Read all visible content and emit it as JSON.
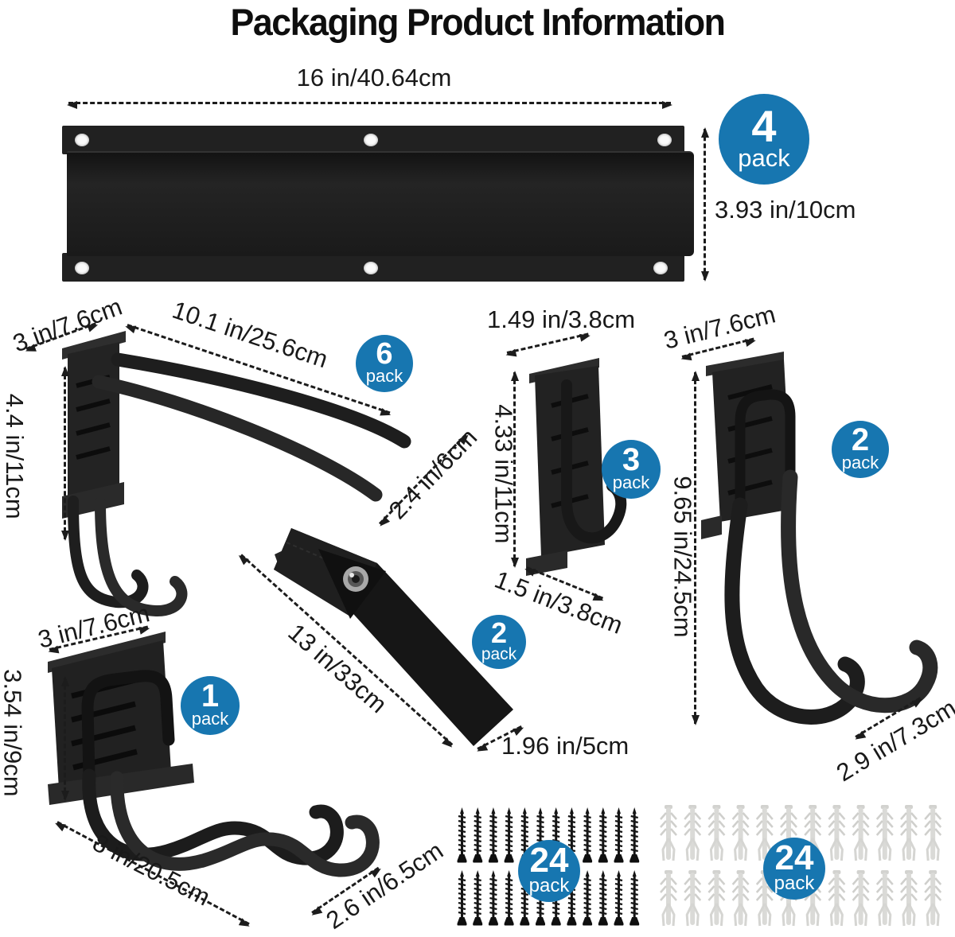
{
  "title": "Packaging Product Information",
  "colors": {
    "accent_blue": "#1776b0"
  },
  "products": {
    "mounting_rail": {
      "width": "16 in/40.64cm",
      "height": "3.93 in/10cm",
      "pack_count": "4",
      "pack_unit": "pack"
    },
    "double_prong_hook": {
      "depth": "3 in/7.6cm",
      "length": "10.1 in/25.6cm",
      "height": "4.4 in/11cm",
      "tip": "2.4 in/6cm",
      "pack_count": "6",
      "pack_unit": "pack"
    },
    "j_hook": {
      "width": "1.49 in/3.8cm",
      "height": "4.33 in/11cm",
      "depth": "1.5 in/3.8cm",
      "pack_count": "3",
      "pack_unit": "pack"
    },
    "large_curved_hook": {
      "width": "3 in/7.6cm",
      "height": "9.65 in/24.5cm",
      "hook_width": "2.9 in/7.3cm",
      "pack_count": "2",
      "pack_unit": "pack"
    },
    "strap": {
      "length": "13 in/33cm",
      "width": "1.96 in/5cm",
      "pack_count": "2",
      "pack_unit": "pack"
    },
    "loop_hook": {
      "width": "3 in/7.6cm",
      "height": "3.54 in/9cm",
      "length": "8 in/20.5cm",
      "tip": "2.6 in/6.5cm",
      "pack_count": "1",
      "pack_unit": "pack"
    },
    "screws": {
      "pack_count": "24",
      "pack_unit": "pack"
    },
    "anchors": {
      "pack_count": "24",
      "pack_unit": "pack"
    }
  }
}
